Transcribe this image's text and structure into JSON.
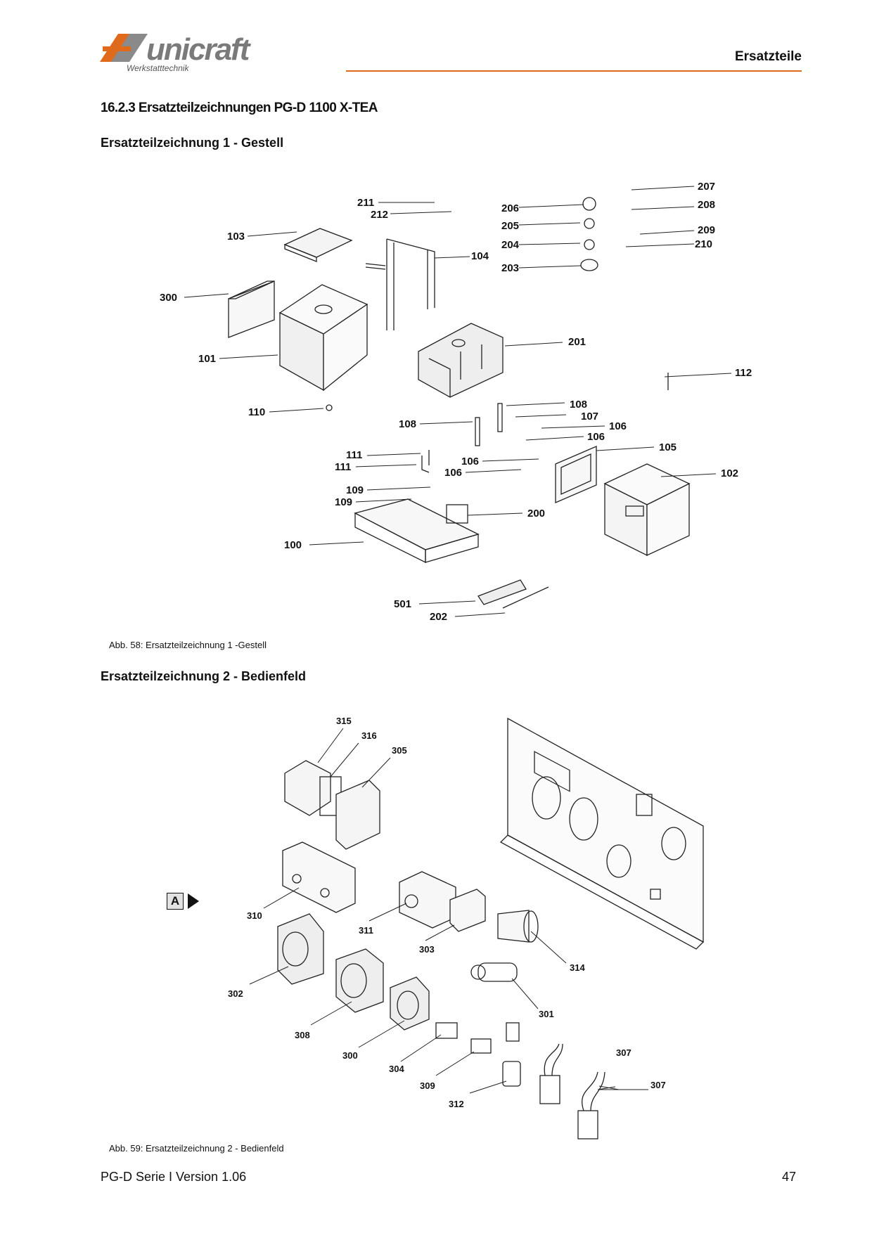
{
  "header": {
    "brand": "unicraft",
    "brand_sub": "Werkstatttechnik",
    "title": "Ersatzteile"
  },
  "section_title": "16.2.3 Ersatzteilzeichnungen PG-D 1100 X-TEA",
  "figure1": {
    "title": "Ersatzteilzeichnung 1 - Gestell",
    "caption": "Abb. 58: Ersatzteilzeichnung 1 -Gestell",
    "labels": [
      "211",
      "212",
      "206",
      "205",
      "204",
      "203",
      "207",
      "208",
      "209",
      "210",
      "103",
      "104",
      "300",
      "101",
      "201",
      "112",
      "110",
      "108",
      "107",
      "106",
      "108",
      "106",
      "105",
      "111",
      "111",
      "106",
      "106",
      "102",
      "109",
      "109",
      "200",
      "100",
      "501",
      "202"
    ]
  },
  "figure2": {
    "title": "Ersatzteilzeichnung 2 - Bedienfeld",
    "caption": "Abb. 59: Ersatzteilzeichnung 2 - Bedienfeld",
    "marker": "A",
    "labels": [
      "315",
      "316",
      "305",
      "310",
      "311",
      "303",
      "314",
      "302",
      "301",
      "308",
      "300",
      "304",
      "309",
      "312",
      "307",
      "307"
    ]
  },
  "footer": {
    "left": "PG-D Serie I Version 1.06",
    "page": "47"
  }
}
